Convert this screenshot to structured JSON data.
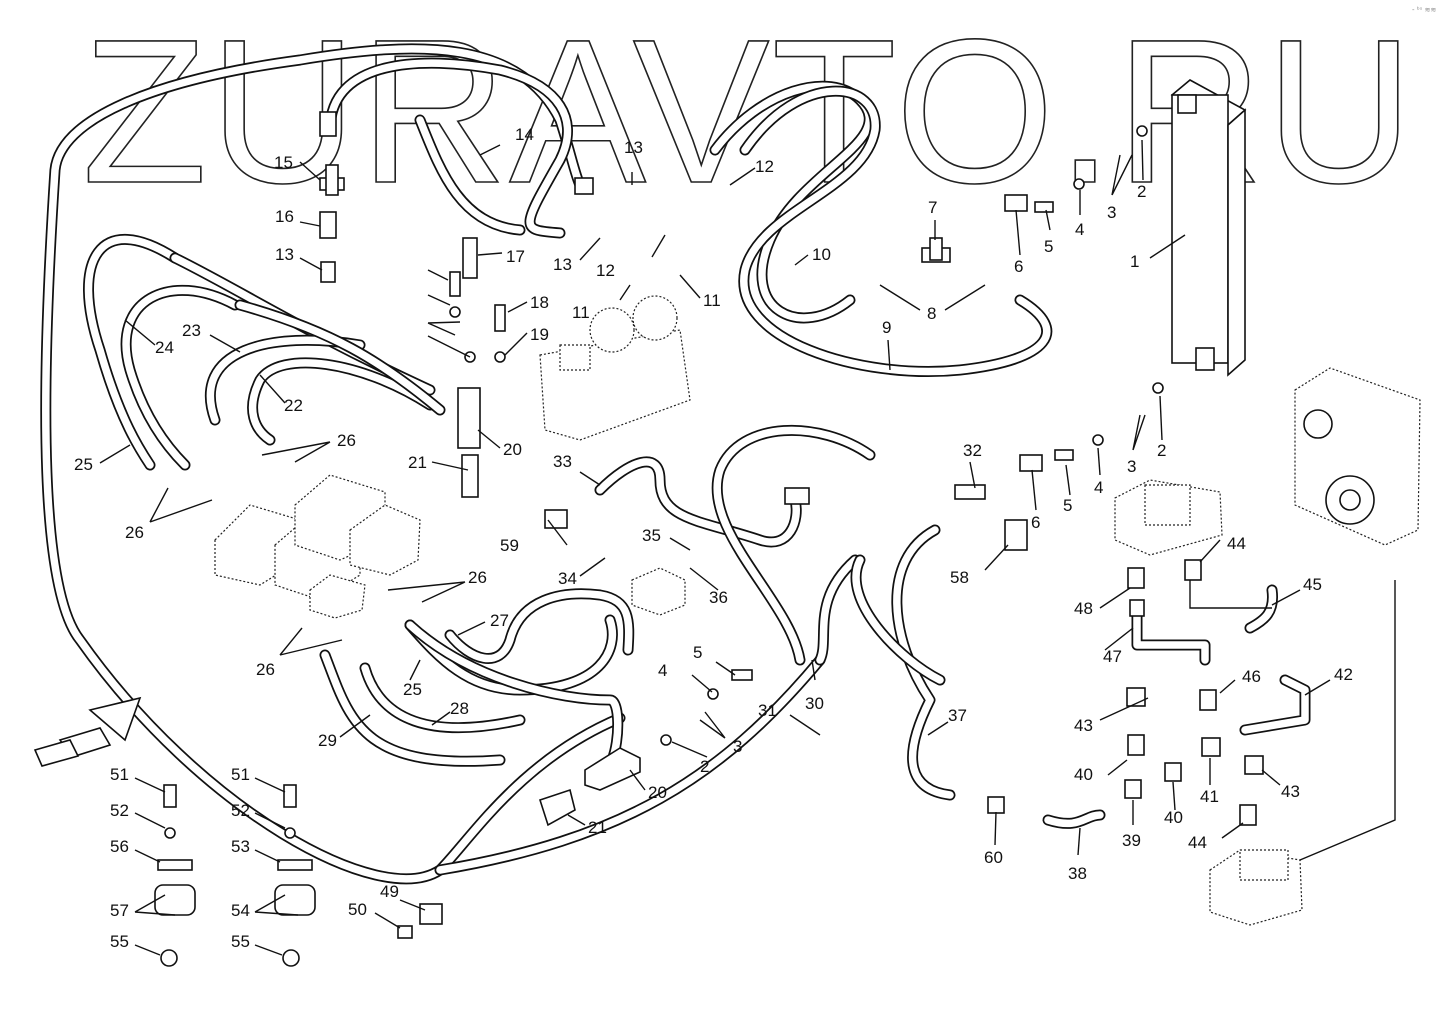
{
  "watermark": "ZURAVTO.RU",
  "corner_mark": "- ᵇˢ ≋≋",
  "labels": [
    "1",
    "2",
    "2",
    "2",
    "3",
    "3",
    "3",
    "4",
    "4",
    "4",
    "5",
    "5",
    "5",
    "6",
    "6",
    "7",
    "8",
    "9",
    "10",
    "11",
    "11",
    "12",
    "12",
    "13",
    "13",
    "13",
    "14",
    "15",
    "16",
    "17",
    "18",
    "19",
    "20",
    "20",
    "21",
    "21",
    "22",
    "23",
    "24",
    "25",
    "25",
    "26",
    "26",
    "26",
    "26",
    "27",
    "28",
    "29",
    "30",
    "31",
    "32",
    "33",
    "34",
    "35",
    "36",
    "37",
    "38",
    "39",
    "40",
    "40",
    "41",
    "42",
    "43",
    "43",
    "44",
    "44",
    "45",
    "46",
    "47",
    "48",
    "49",
    "50",
    "51",
    "51",
    "52",
    "52",
    "53",
    "54",
    "55",
    "55",
    "56",
    "57",
    "58",
    "59",
    "60"
  ],
  "label_color": "#111111",
  "icons": [
    "direction-arrow-icon",
    "bracket-clamp-icon",
    "cooler-icon",
    "pump-icon"
  ]
}
